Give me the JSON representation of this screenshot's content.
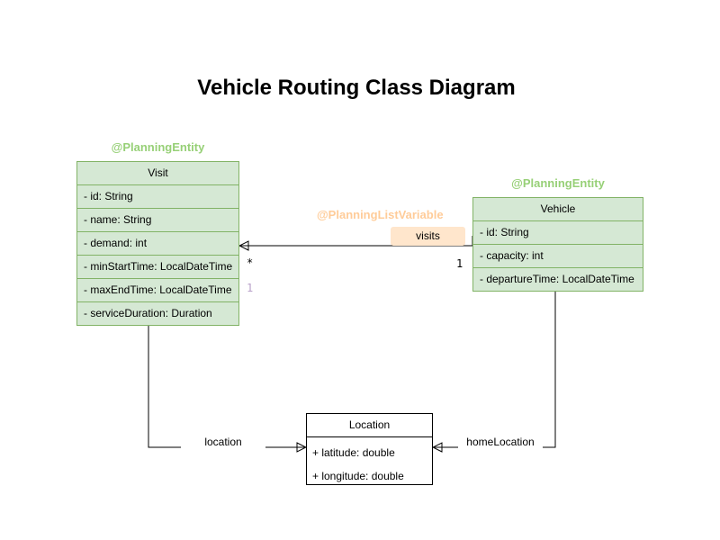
{
  "title": "Vehicle Routing Class Diagram",
  "classes": {
    "visit": {
      "annotation": "@PlanningEntity",
      "name": "Visit",
      "attributes": [
        "- id: String",
        "- name: String",
        "- demand: int",
        "- minStartTime: LocalDateTime",
        "- maxEndTime: LocalDateTime",
        "- serviceDuration: Duration"
      ]
    },
    "vehicle": {
      "annotation": "@PlanningEntity",
      "name": "Vehicle",
      "attributes": [
        "- id: String",
        "- capacity: int",
        "- departureTime: LocalDateTime"
      ]
    },
    "location": {
      "name": "Location",
      "attributes": [
        "+ latitude: double",
        "+ longitude: double"
      ]
    }
  },
  "edges": {
    "visits": {
      "annotation": "@PlanningListVariable",
      "label": "visits",
      "multiplicity_at_visit": "*",
      "multiplicity_at_vehicle": "1",
      "index_label": "1"
    },
    "location": {
      "label": "location"
    },
    "home_location": {
      "label": "homeLocation"
    }
  },
  "colors": {
    "class_fill": "#d5e8d4",
    "class_border": "#82b366",
    "entity_annotation": "#97d077",
    "list_variable_annotation": "#ffcc99",
    "visits_label_bg": "#ffe6cc",
    "index_label": "#b9a1c9"
  }
}
